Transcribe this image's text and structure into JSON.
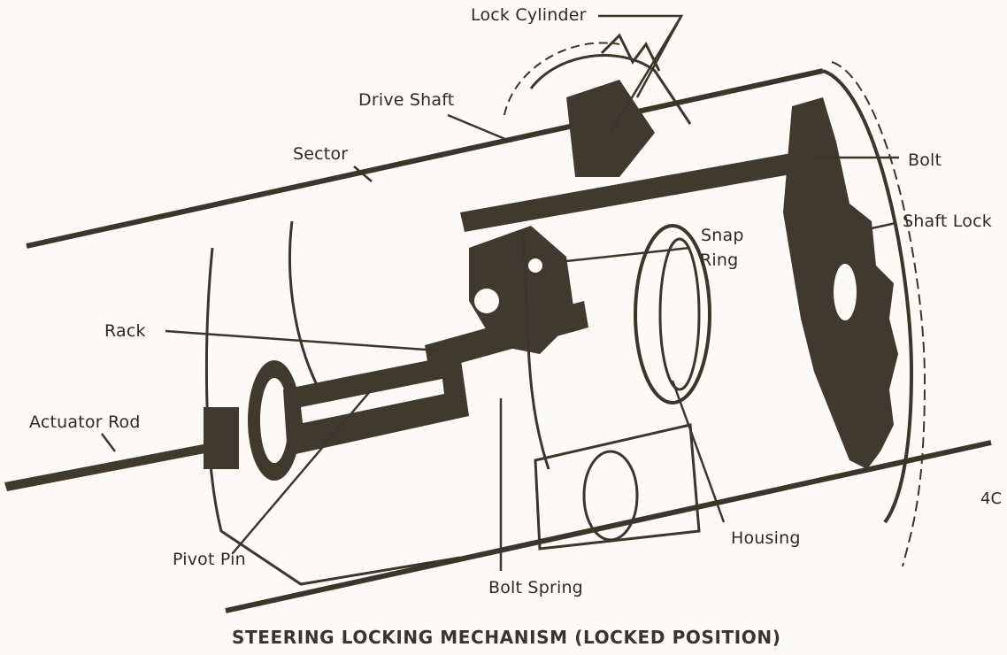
{
  "figure": {
    "title": "STEERING LOCKING MECHANISM (LOCKED POSITION)",
    "figure_number": "4C",
    "palette": {
      "ink": "#3b362c",
      "fill": "#403a2e",
      "paper": "#fbfaf6"
    }
  },
  "labels": {
    "lock_cylinder": "Lock Cylinder",
    "drive_shaft": "Drive Shaft",
    "sector": "Sector",
    "bolt": "Bolt",
    "shaft_lock": "Shaft Lock",
    "snap_ring_line1": "Snap",
    "snap_ring_line2": "Ring",
    "rack": "Rack",
    "actuator_rod": "Actuator Rod",
    "pivot_pin": "Pivot Pin",
    "bolt_spring": "Bolt Spring",
    "housing": "Housing"
  }
}
